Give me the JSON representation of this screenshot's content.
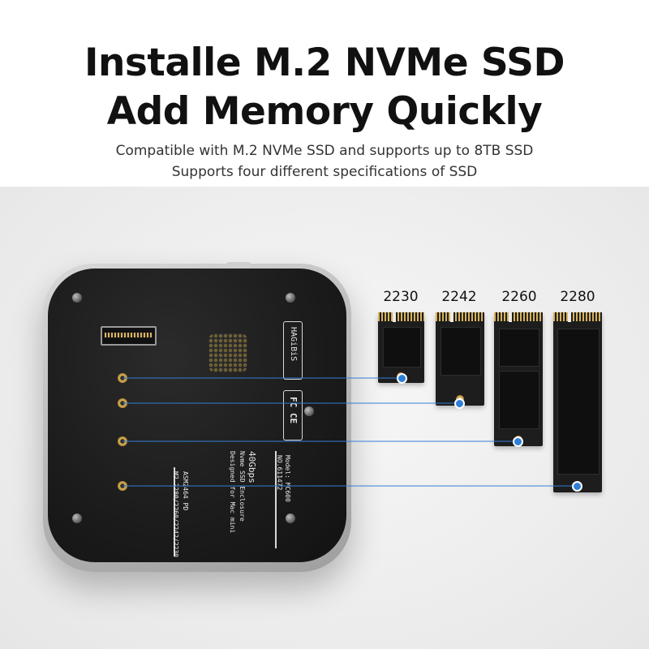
{
  "headline": {
    "line1": "Installe M.2 NVMe SSD",
    "line2": "Add Memory Quickly"
  },
  "subheadline": {
    "line1": "Compatible with M.2 NVMe SSD and supports up to 8TB SSD",
    "line2": "Supports four different specifications of SSD"
  },
  "enclosure": {
    "brand": "HAGiBiS",
    "certifications": "FC CE",
    "speed": "40Gbps",
    "description_1": "Nvme SSD Enclosure",
    "description_2": "Designed for Mac mini",
    "model": "Model: MC600",
    "number": "NO.611472",
    "chip": "ASM2464 PD",
    "support": "M2 2280/2260/2242/2230"
  },
  "ssd_sizes": [
    "2230",
    "2242",
    "2260",
    "2280"
  ],
  "colors": {
    "accent_line": "#2f7fd8",
    "board": "#1b1b1b",
    "gold_contact": "#d8b35a"
  }
}
